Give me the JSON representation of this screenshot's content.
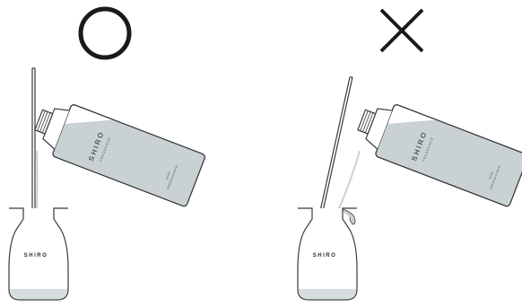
{
  "panels": [
    {
      "verdict_symbol": "circle",
      "verdict_meaning": "correct",
      "bottle_brand": "SHIRO",
      "bottle_subtitle": "FRAGRANCE",
      "refill_label_line1": "SHIRO",
      "refill_label_line2": "FRAGRANCE REFILL",
      "jar_brand": "SHIRO",
      "stick_contact": "stick touches bottle mouth, liquid runs straight down the stick"
    },
    {
      "verdict_symbol": "cross",
      "verdict_meaning": "incorrect",
      "bottle_brand": "SHIRO",
      "bottle_subtitle": "FRAGRANCE",
      "refill_label_line1": "SHIRO",
      "refill_label_line2": "FRAGRANCE REFILL",
      "jar_brand": "SHIRO",
      "stick_contact": "stick tilted away, liquid drips outside the jar"
    }
  ],
  "colors": {
    "line": "#3a3a3a",
    "liquid": "#c9d1d4",
    "liquid_jar": "#d6dde0",
    "mark": "#1a1a1a"
  }
}
